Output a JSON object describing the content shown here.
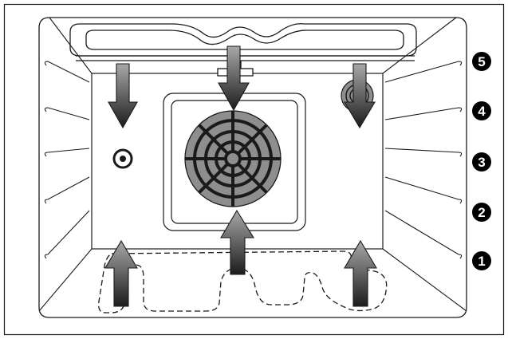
{
  "diagram": {
    "levels": [
      {
        "label": "5"
      },
      {
        "label": "4"
      },
      {
        "label": "3"
      },
      {
        "label": "2"
      },
      {
        "label": "1"
      }
    ],
    "colors": {
      "line": "#1a1a1a",
      "arrow_light": "#9a9a9a",
      "arrow_dark": "#222222",
      "fan_blade": "#8e8e8e",
      "level_badge": "#000000"
    },
    "icons": [
      "oven-light-icon",
      "convection-fan-icon",
      "ring-heater-icon",
      "top-heating-element-icon"
    ]
  }
}
